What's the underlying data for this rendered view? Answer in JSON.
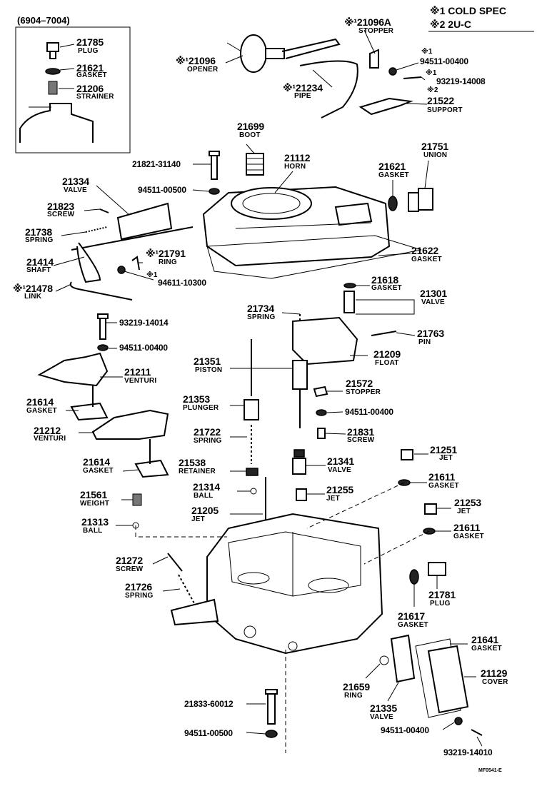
{
  "legend": {
    "mark1": "※1 COLD SPEC",
    "mark2": "※2 2U-C"
  },
  "inset": {
    "range": "(6904–7004)",
    "plug": {
      "num": "21785",
      "name": "PLUG"
    },
    "gasket": {
      "num": "21621",
      "name": "GASKET"
    },
    "strainer": {
      "num": "21206",
      "name": "STRAINER"
    }
  },
  "callouts": {
    "stopper_21096a": {
      "num": "※¹21096A",
      "name": "STOPPER"
    },
    "opener": {
      "num": "※¹21096",
      "name": "OPENER"
    },
    "pipe": {
      "num": "※¹21234",
      "name": "PIPE"
    },
    "pn_94511_00400_top": {
      "num": "※1",
      "pn": "94511-00400"
    },
    "pn_93219_14008": {
      "num": "※1",
      "pn": "93219-14008"
    },
    "support": {
      "num": "※2",
      "sub": "21522",
      "name": "SUPPORT"
    },
    "boot": {
      "num": "21699",
      "name": "BOOT"
    },
    "horn": {
      "num": "21112",
      "name": "HORN"
    },
    "gasket_21621": {
      "num": "21621",
      "name": "GASKET"
    },
    "union": {
      "num": "21751",
      "name": "UNION"
    },
    "pn_21821_31140": {
      "pn": "21821-31140"
    },
    "pn_94511_00500_top": {
      "pn": "94511-00500"
    },
    "valve_21334": {
      "num": "21334",
      "name": "VALVE"
    },
    "screw_21823": {
      "num": "21823",
      "name": "SCREW"
    },
    "spring_21738": {
      "num": "21738",
      "name": "SPRING"
    },
    "shaft": {
      "num": "21414",
      "name": "SHAFT"
    },
    "ring_21791": {
      "num": "※¹21791",
      "name": "RING"
    },
    "pn_94611_10300": {
      "mark": "※1",
      "pn": "94611-10300"
    },
    "link": {
      "num": "※¹21478",
      "name": "LINK"
    },
    "gasket_21622": {
      "num": "21622",
      "name": "GASKET"
    },
    "gasket_21618": {
      "num": "21618",
      "name": "GASKET"
    },
    "valve_21301": {
      "num": "21301",
      "name": "VALVE"
    },
    "spring_21734": {
      "num": "21734",
      "name": "SPRING"
    },
    "pin": {
      "num": "21763",
      "name": "PIN"
    },
    "float": {
      "num": "21209",
      "name": "FLOAT"
    },
    "pn_93219_14014": {
      "pn": "93219-14014"
    },
    "pn_94511_00400_mid": {
      "pn": "94511-00400"
    },
    "venturi_21211": {
      "num": "21211",
      "name": "VENTURI"
    },
    "piston": {
      "num": "21351",
      "name": "PISTON"
    },
    "stopper_21572": {
      "num": "21572",
      "name": "STOPPER"
    },
    "pn_94511_00400_right": {
      "pn": "94511-00400"
    },
    "gasket_21614_a": {
      "num": "21614",
      "name": "GASKET"
    },
    "plunger": {
      "num": "21353",
      "name": "PLUNGER"
    },
    "venturi_21212": {
      "num": "21212",
      "name": "VENTURI"
    },
    "spring_21722": {
      "num": "21722",
      "name": "SPRING"
    },
    "screw_21831": {
      "num": "21831",
      "name": "SCREW"
    },
    "jet_21251": {
      "num": "21251",
      "name": "JET"
    },
    "gasket_21614_b": {
      "num": "21614",
      "name": "GASKET"
    },
    "retainer": {
      "num": "21538",
      "name": "RETAINER"
    },
    "valve_21341": {
      "num": "21341",
      "name": "VALVE"
    },
    "gasket_21611_a": {
      "num": "21611",
      "name": "GASKET"
    },
    "ball_21314": {
      "num": "21314",
      "name": "BALL"
    },
    "jet_21255": {
      "num": "21255",
      "name": "JET"
    },
    "weight": {
      "num": "21561",
      "name": "WEIGHT"
    },
    "jet_21205": {
      "num": "21205",
      "name": "JET"
    },
    "jet_21253": {
      "num": "21253",
      "name": "JET"
    },
    "ball_21313": {
      "num": "21313",
      "name": "BALL"
    },
    "gasket_21611_b": {
      "num": "21611",
      "name": "GASKET"
    },
    "screw_21272": {
      "num": "21272",
      "name": "SCREW"
    },
    "spring_21726": {
      "num": "21726",
      "name": "SPRING"
    },
    "plug_21781": {
      "num": "21781",
      "name": "PLUG"
    },
    "gasket_21617": {
      "num": "21617",
      "name": "GASKET"
    },
    "gasket_21641": {
      "num": "21641",
      "name": "GASKET"
    },
    "ring_21659": {
      "num": "21659",
      "name": "RING"
    },
    "cover": {
      "num": "21129",
      "name": "COVER"
    },
    "valve_21335": {
      "num": "21335",
      "name": "VALVE"
    },
    "pn_21833_60012": {
      "pn": "21833-60012"
    },
    "pn_94511_00500_bottom": {
      "pn": "94511-00500"
    },
    "pn_94511_00400_bottom": {
      "pn": "94511-00400"
    },
    "pn_93219_14010": {
      "pn": "93219-14010"
    }
  },
  "figure_code": "MF0541-E"
}
